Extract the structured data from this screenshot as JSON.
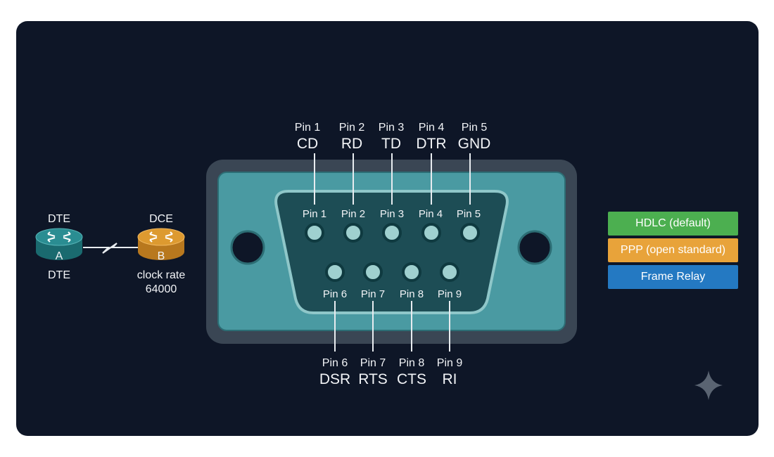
{
  "connector": {
    "top_pins": [
      {
        "num": "Pin 1",
        "signal": "CD"
      },
      {
        "num": "Pin 2",
        "signal": "RD"
      },
      {
        "num": "Pin 3",
        "signal": "TD"
      },
      {
        "num": "Pin 4",
        "signal": "DTR"
      },
      {
        "num": "Pin 5",
        "signal": "GND"
      }
    ],
    "bottom_pins": [
      {
        "num": "Pin 6",
        "signal": "DSR"
      },
      {
        "num": "Pin 7",
        "signal": "RTS"
      },
      {
        "num": "Pin 8",
        "signal": "CTS"
      },
      {
        "num": "Pin 9",
        "signal": "RI"
      }
    ]
  },
  "link": {
    "router_a": {
      "top_label": "DTE",
      "letter": "A",
      "bottom_label": "DTE",
      "color": "#1f7a7f"
    },
    "router_b": {
      "top_label": "DCE",
      "letter": "B",
      "bottom_label_1": "clock rate",
      "bottom_label_2": "64000",
      "color": "#d9932a"
    }
  },
  "protocols": [
    {
      "label": "HDLC (default)",
      "color": "#4caf50"
    },
    {
      "label": "PPP (open standard)",
      "color": "#e8a33a"
    },
    {
      "label": "Frame Relay",
      "color": "#2479c2"
    }
  ],
  "colors": {
    "background": "#0e1627",
    "connector_shell": "#3a4654",
    "connector_plate": "#4a9aa2",
    "connector_face": "#1d4d55"
  }
}
